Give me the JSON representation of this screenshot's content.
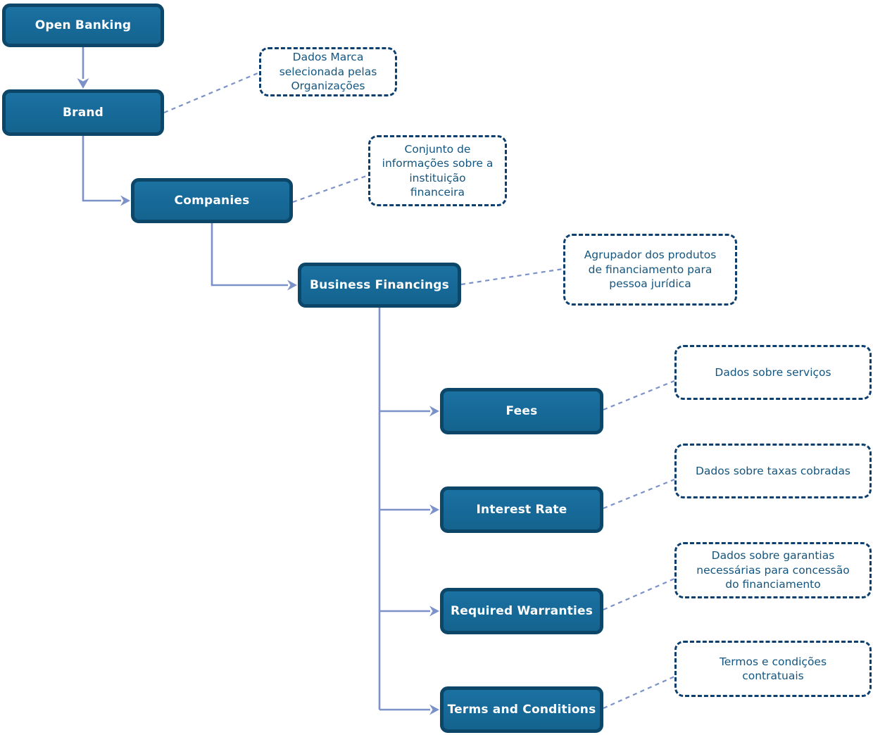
{
  "nodes": [
    {
      "id": "open-banking",
      "label": "Open Banking"
    },
    {
      "id": "brand",
      "label": "Brand"
    },
    {
      "id": "companies",
      "label": "Companies"
    },
    {
      "id": "business-financings",
      "label": "Business Financings"
    },
    {
      "id": "fees",
      "label": "Fees"
    },
    {
      "id": "interest-rate",
      "label": "Interest Rate"
    },
    {
      "id": "required-warranties",
      "label": "Required Warranties"
    },
    {
      "id": "terms-and-conditions",
      "label": "Terms and Conditions"
    }
  ],
  "annotations": [
    {
      "id": "dados-marca",
      "text": "Dados Marca\nselecionada pelas\nOrganizações"
    },
    {
      "id": "conjunto",
      "text": "Conjunto de\ninformações sobre a\ninstituição\nfinanceira"
    },
    {
      "id": "agrupador",
      "text": "Agrupador dos produtos\nde financiamento para\npessoa jurídica"
    },
    {
      "id": "dados-servicos",
      "text": "Dados sobre serviços"
    },
    {
      "id": "dados-taxas",
      "text": "Dados sobre taxas cobradas"
    },
    {
      "id": "dados-garantias",
      "text": "Dados sobre garantias\nnecessárias para concessão\ndo financiamento"
    },
    {
      "id": "termos",
      "text": "Termos e condições\ncontratuais"
    }
  ],
  "colors": {
    "node_fill": "#176A99",
    "node_border": "#0C4769",
    "node_text": "#FFFFFF",
    "connector": "#7B91C8",
    "annotation_border": "#0C3F6D",
    "annotation_text": "#14557F",
    "background": "#FFFFFF"
  }
}
